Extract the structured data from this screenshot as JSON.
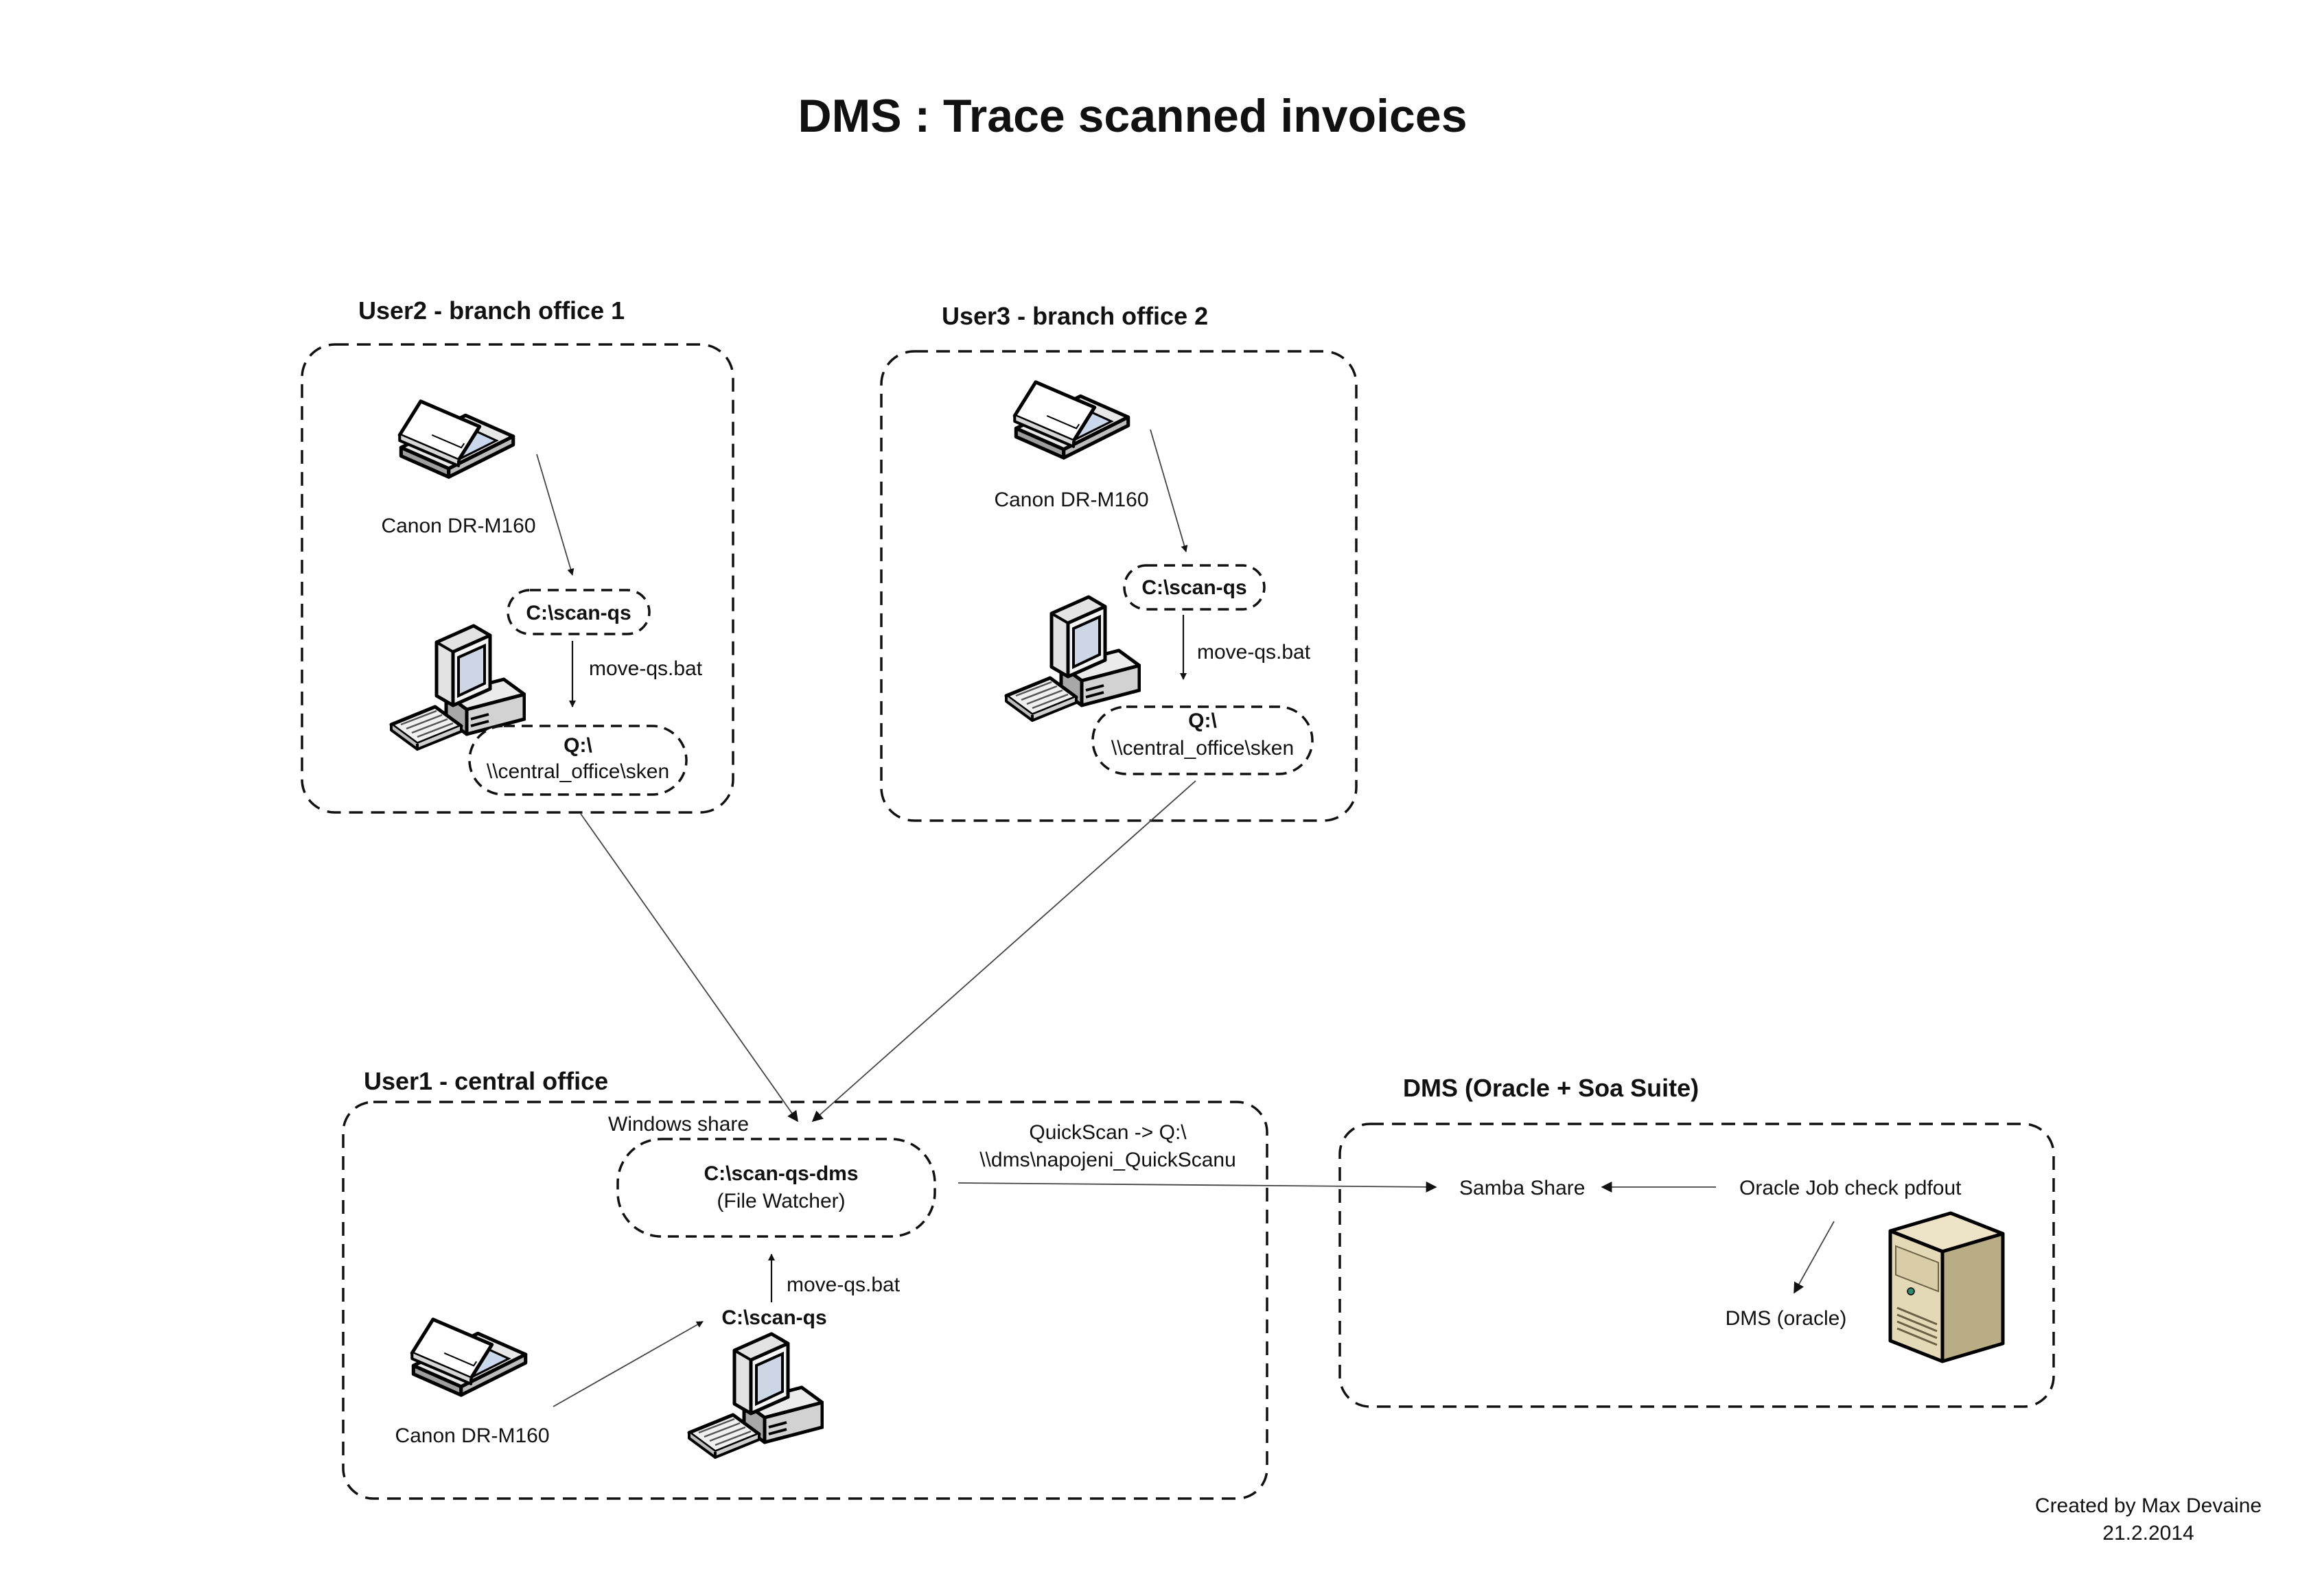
{
  "title": "DMS : Trace scanned invoices",
  "groups": {
    "user2": {
      "title": "User2 - branch office 1",
      "scanner_label": "Canon DR-M160",
      "local_folder": "C:\\scan-qs",
      "script_label": "move-qs.bat",
      "share_drive": "Q:\\",
      "share_path": "\\\\central_office\\sken"
    },
    "user3": {
      "title": "User3 - branch office 2",
      "scanner_label": "Canon DR-M160",
      "local_folder": "C:\\scan-qs",
      "script_label": "move-qs.bat",
      "share_drive": "Q:\\",
      "share_path": "\\\\central_office\\sken"
    },
    "user1": {
      "title": "User1 - central office",
      "windows_share_label": "Windows share",
      "watch_folder": "C:\\scan-qs-dms",
      "watch_note": "(File Watcher)",
      "script_label": "move-qs.bat",
      "local_folder": "C:\\scan-qs",
      "scanner_label": "Canon DR-M160"
    },
    "dms": {
      "title": "DMS (Oracle + Soa Suite)",
      "samba_share": "Samba Share",
      "oracle_job": "Oracle Job check pdfout",
      "dms_oracle": "DMS (oracle)"
    }
  },
  "connection": {
    "quickscan_line1": "QuickScan -> Q:\\",
    "quickscan_line2": "\\\\dms\\napojeni_QuickScanu"
  },
  "icons": [
    "scanner-icon",
    "computer-icon",
    "server-icon",
    "arrow-head-icon"
  ],
  "footer": {
    "created_by": "Created by Max Devaine",
    "date": "21.2.2014"
  }
}
